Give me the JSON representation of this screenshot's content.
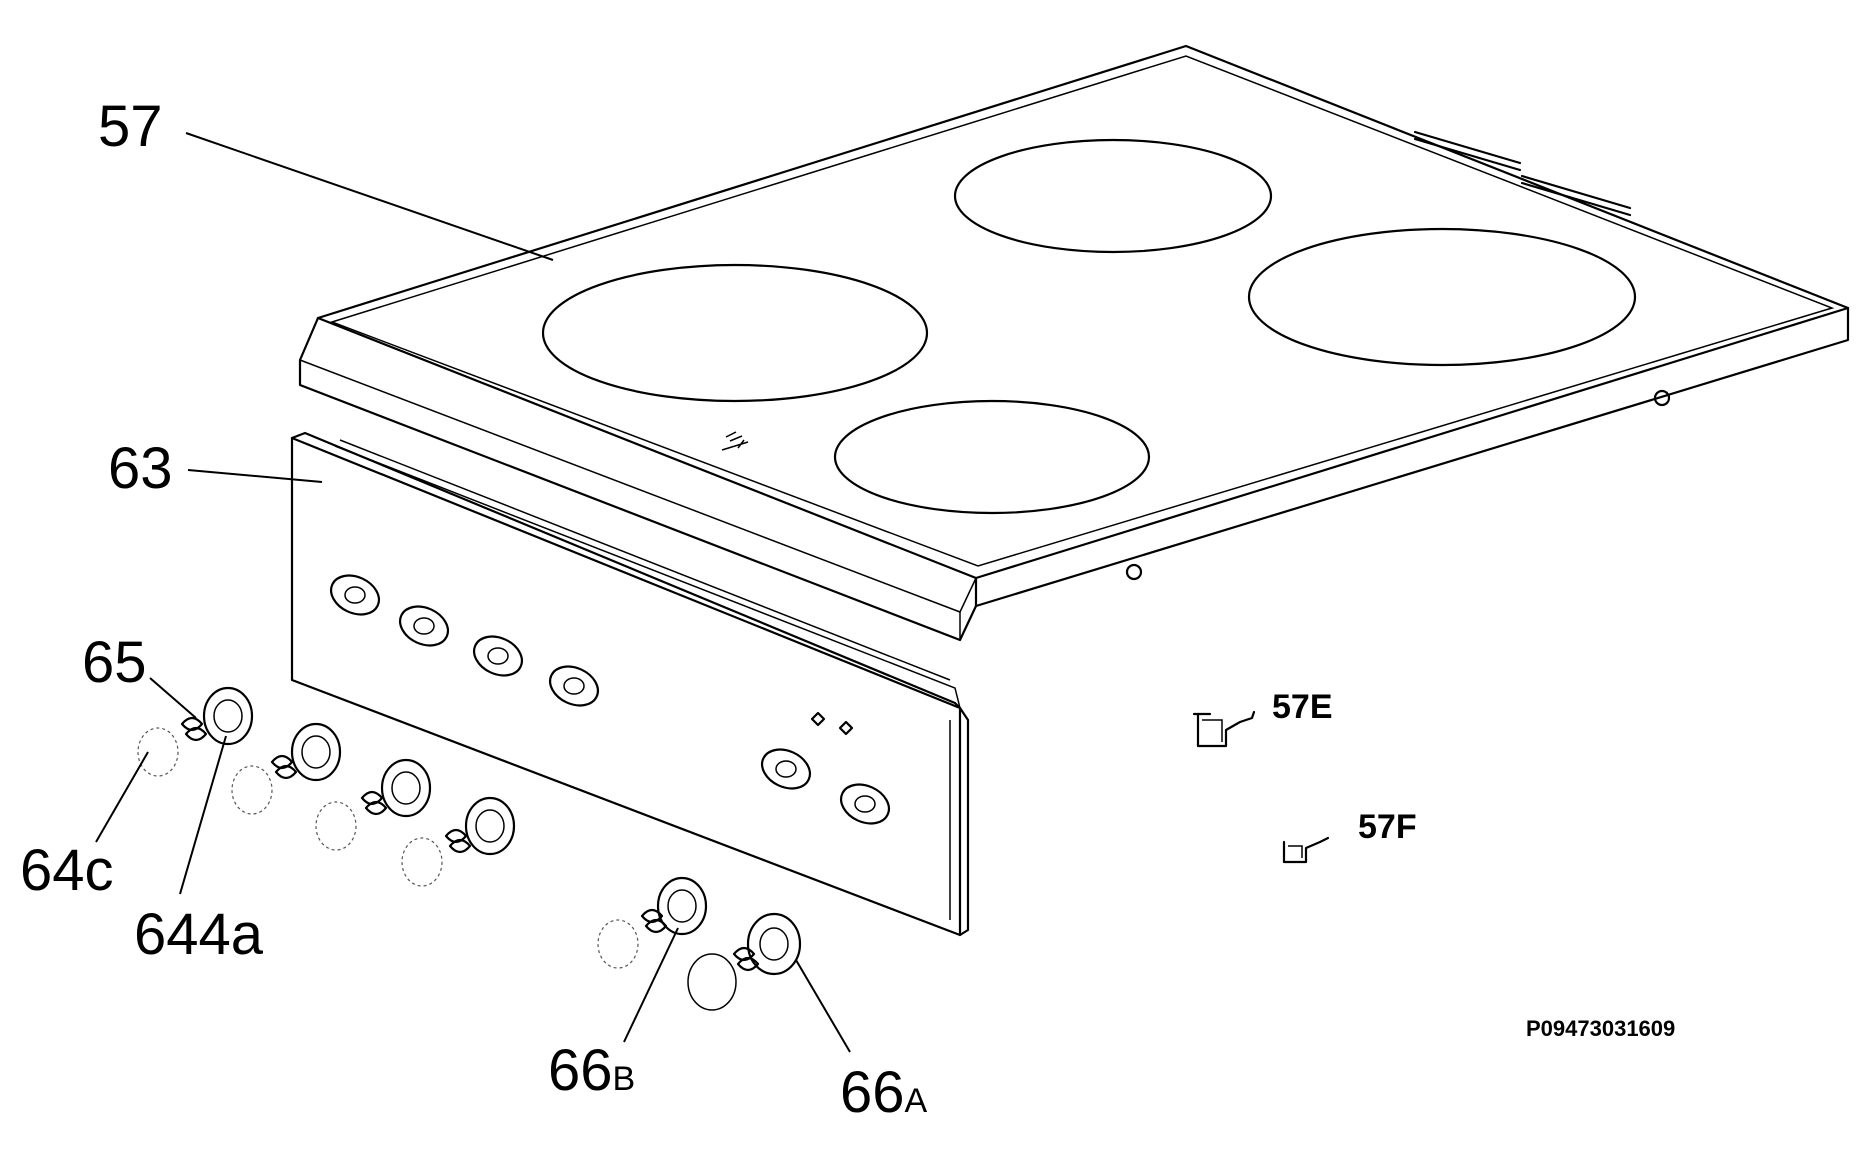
{
  "labels": {
    "hob_top": "57",
    "control_panel": "63",
    "knob": "65",
    "knob_spring_c": "64c",
    "knob_spring_a": "644a",
    "knob_b_num": "66",
    "knob_b_sub": "B",
    "knob_a_num": "66",
    "knob_a_sub": "A",
    "bracket_e": "57E",
    "bracket_f": "57F"
  },
  "reference_code": "P09473031609"
}
